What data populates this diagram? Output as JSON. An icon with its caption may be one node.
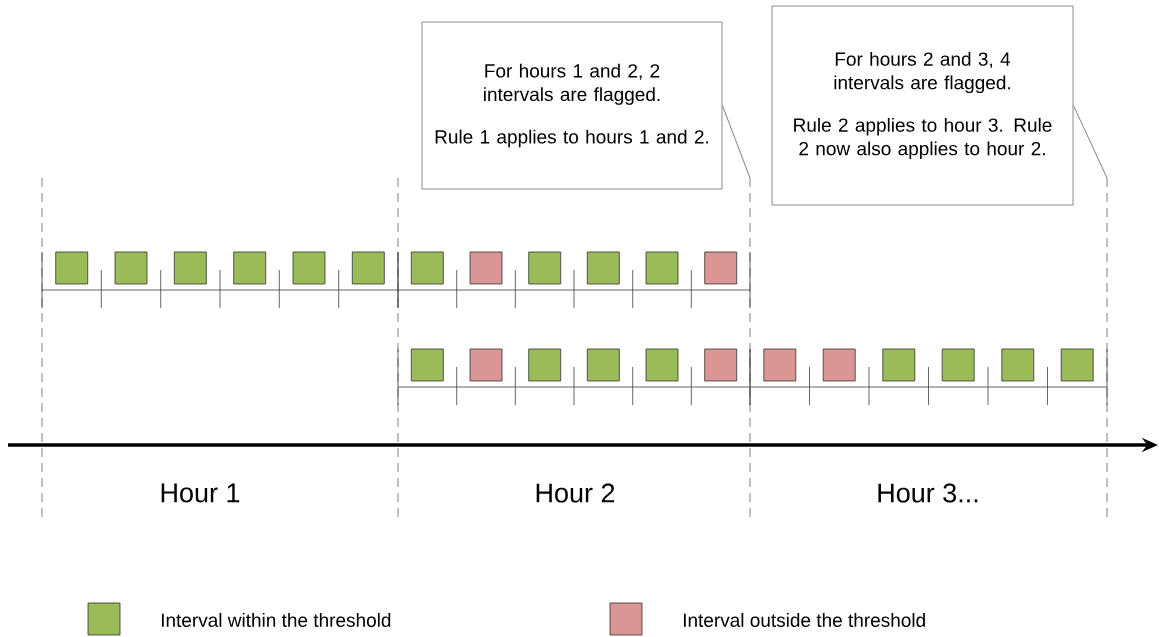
{
  "diagram": {
    "nodes": [
      {
        "text": [
          "For hours 1 and 2, 2 intervals are flagged.",
          "Rule 1 applies to hours 1 and 2."
        ]
      },
      {
        "text": [
          "For hours 2 and 3, 4 intervals are flagged.",
          "Rule 2 applies to hour 3. Rule 2 now also applies to hour 2."
        ]
      }
    ],
    "edges": [
      {
        "from": 0,
        "to": null,
        "arrow": "none"
      },
      {
        "from": 1,
        "to": null,
        "arrow": "none"
      }
    ],
    "labels": [
      "Hour 1",
      "Hour 2",
      "Hour 3..."
    ],
    "legend": [
      {
        "text": "Interval within the threshold",
        "color": "#9bbb59"
      },
      {
        "text": "Interval outside the threshold",
        "color": "#d99694"
      }
    ]
  }
}
